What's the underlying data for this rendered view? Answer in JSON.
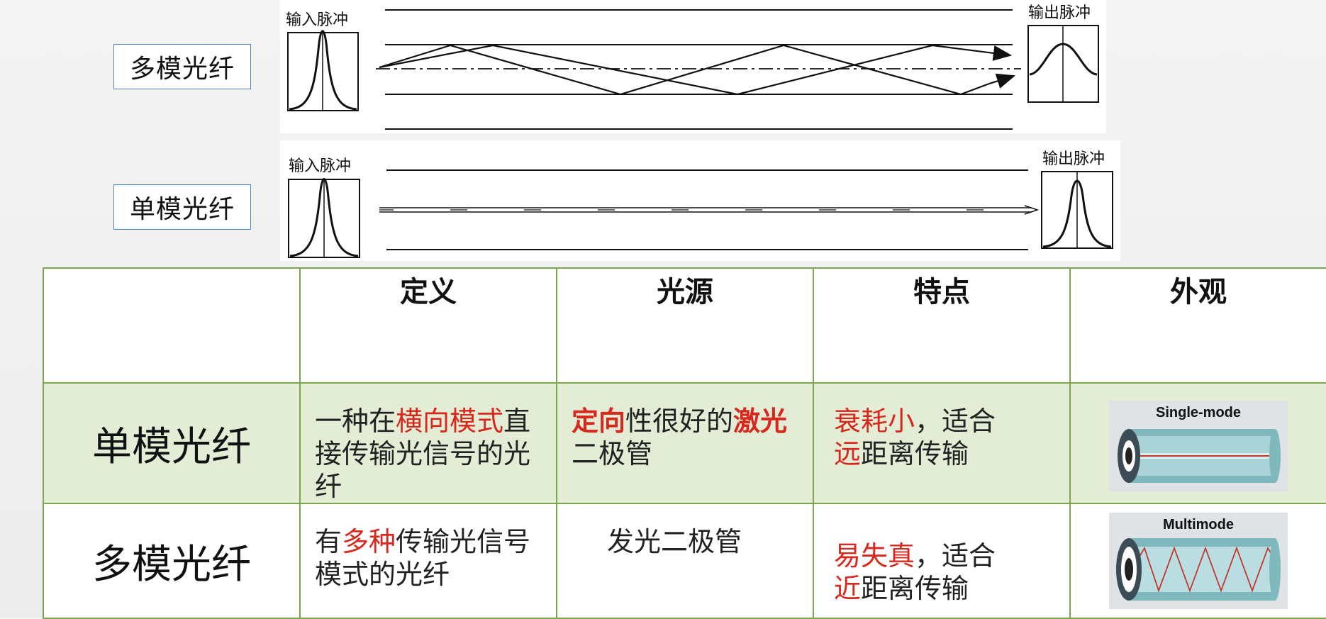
{
  "diagrams": {
    "multimode": {
      "label": "多模光纤",
      "input_title": "输入脉冲",
      "output_title": "输出脉冲"
    },
    "singlemode": {
      "label": "单模光纤",
      "input_title": "输入脉冲",
      "output_title": "输出脉冲"
    }
  },
  "table": {
    "headers": [
      "",
      "定义",
      "光源",
      "特点",
      "外观"
    ],
    "rows": [
      {
        "name": "单模光纤",
        "definition": {
          "p1": "一种在",
          "r1": "横向模式",
          "p2": "直接传输光信号的光纤"
        },
        "source": {
          "b1": "定向",
          "p1": "性很好的",
          "b2": "激光",
          "p2": "二极管"
        },
        "feature": {
          "r1": "衰耗小",
          "p1": "，适合",
          "r2": "远",
          "p2": "距离传输"
        },
        "appearance": {
          "caption": "Single-mode"
        }
      },
      {
        "name": "多模光纤",
        "definition": {
          "p1": "有",
          "r1": "多种",
          "p2": "传输光信号模式的光纤"
        },
        "source": {
          "p1": "发光二极管"
        },
        "feature": {
          "r1": "易失真",
          "p1": "，适合",
          "r2": "近",
          "p2": "距离传输"
        },
        "appearance": {
          "caption": "Multimode"
        }
      }
    ]
  },
  "colors": {
    "emphasis_red": "#d8271c",
    "table_border": "#7aa64e",
    "single_row_bg": "#e3edd6",
    "label_border": "#4a86c5"
  }
}
